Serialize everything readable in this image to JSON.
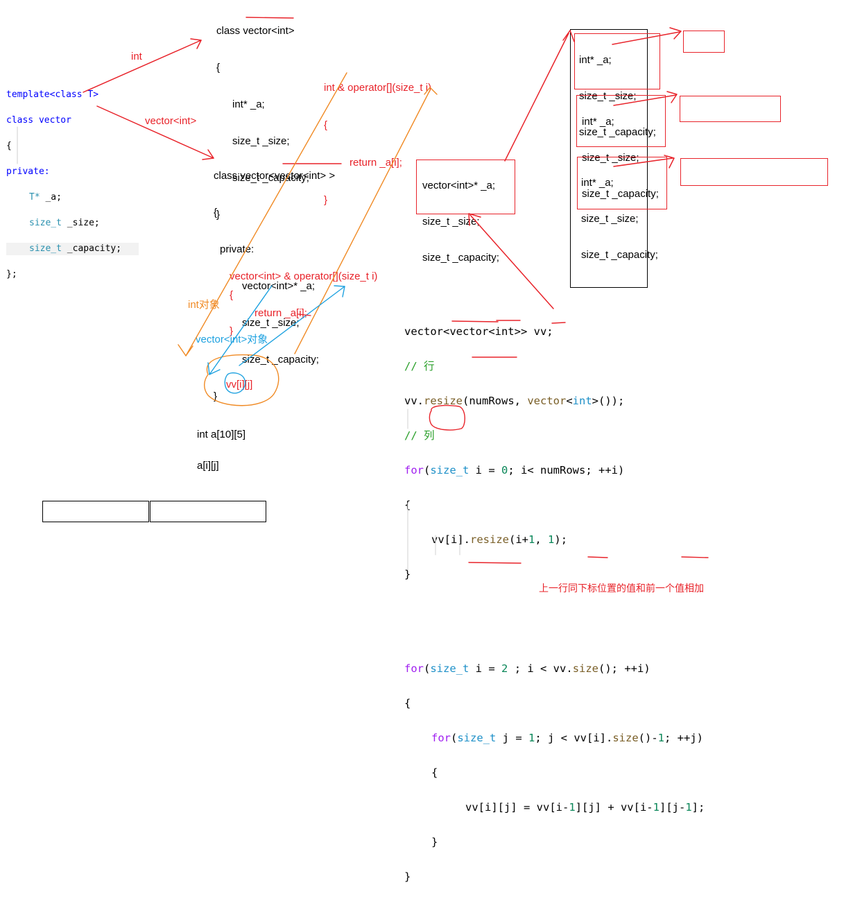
{
  "template_code": {
    "line1_kw": "template<class T>",
    "line2": "class vector",
    "line3": "{",
    "line4": "private:",
    "line5_type": "T*",
    "line5_rest": " _a;",
    "line6_type": "size_t",
    "line6_rest": " _size;",
    "line7_type": "size_t",
    "line7_rest": " _capacity;",
    "line8": "};"
  },
  "arrow_labels": {
    "int": "int",
    "vector_int": "vector<int>",
    "int_object": "int对象",
    "vector_int_object": "vector<int>对象"
  },
  "class_vector_int": {
    "lines": [
      "class vector<int>",
      "{",
      "int* _a;",
      "size_t _size;",
      "size_t _capacity;",
      "}"
    ]
  },
  "operator_int": {
    "signature": "int & operator[](size_t i)",
    "open": "{",
    "body": "return _a[i];",
    "close": "}"
  },
  "class_vector_vector_int": {
    "lines": [
      "class vector<vector<int> >",
      "{",
      "private:",
      "vector<int>* _a;",
      "size_t _size;",
      "size_t _capacity;",
      "}"
    ]
  },
  "operator_vector": {
    "signature": "vector<int> & operator[](size_t i)",
    "open": "{",
    "body": "return _a[i];",
    "close": "}"
  },
  "expression": "vv[i][j]",
  "array_decl": "int a[10][5]",
  "array_access": "a[i][j]",
  "memory_outer": [
    "vector<int>* _a;",
    "size_t _size;",
    "size_t _capacity;"
  ],
  "memory_inner": [
    [
      "int* _a;",
      "size_t _size;",
      "size_t _capacity;"
    ],
    [
      "int* _a;",
      "size_t _size;",
      "size_t _capacity;"
    ],
    [
      "int* _a;",
      "size_t _size;",
      "size_t _capacity;"
    ]
  ],
  "code": {
    "l1": "vector<vector<int>> vv;",
    "l2": "// 行",
    "l3a": "vv.",
    "l3b": "resize",
    "l3c": "(numRows, ",
    "l3d": "vector",
    "l3e": "<",
    "l3f": "int",
    "l3g": ">());",
    "l4": "// 列",
    "l5a": "for",
    "l5b": "(",
    "l5c": "size_t",
    "l5d": " i = ",
    "l5e": "0",
    "l5f": "; i< numRows; ++i)",
    "l6": "{",
    "l7a": "vv[i].",
    "l7b": "resize",
    "l7c": "(i+",
    "l7d": "1",
    "l7e": ", ",
    "l7f": "1",
    "l7g": ");",
    "l8": "}",
    "l9a": "for",
    "l9b": "(",
    "l9c": "size_t",
    "l9d": " i = ",
    "l9e": "2",
    "l9f": " ; i < vv.",
    "l9g": "size",
    "l9h": "(); ++i)",
    "l10": "{",
    "l11a": "for",
    "l11b": "(",
    "l11c": "size_t",
    "l11d": " j = ",
    "l11e": "1",
    "l11f": "; j < vv[i].",
    "l11g": "size",
    "l11h": "()-",
    "l11i": "1",
    "l11j": "; ++j)",
    "l12": "{",
    "l13a": "vv[i][j] = vv[i-",
    "l13b": "1",
    "l13c": "][j] + vv[i-",
    "l13d": "1",
    "l13e": "][j-",
    "l13f": "1",
    "l13g": "];",
    "l14": "}",
    "l15": "}"
  },
  "note": "上一行同下标位置的值和前一个值相加",
  "colors": {
    "red": "#e8232a",
    "orange": "#f08a24",
    "blue": "#1fa2e0",
    "keyword_blue": "#0000ff",
    "type_teal": "#2b91af",
    "code_keyword": "#a020f0",
    "code_type": "#1e90c8",
    "code_number": "#098658",
    "code_comment": "#2ca02c"
  }
}
